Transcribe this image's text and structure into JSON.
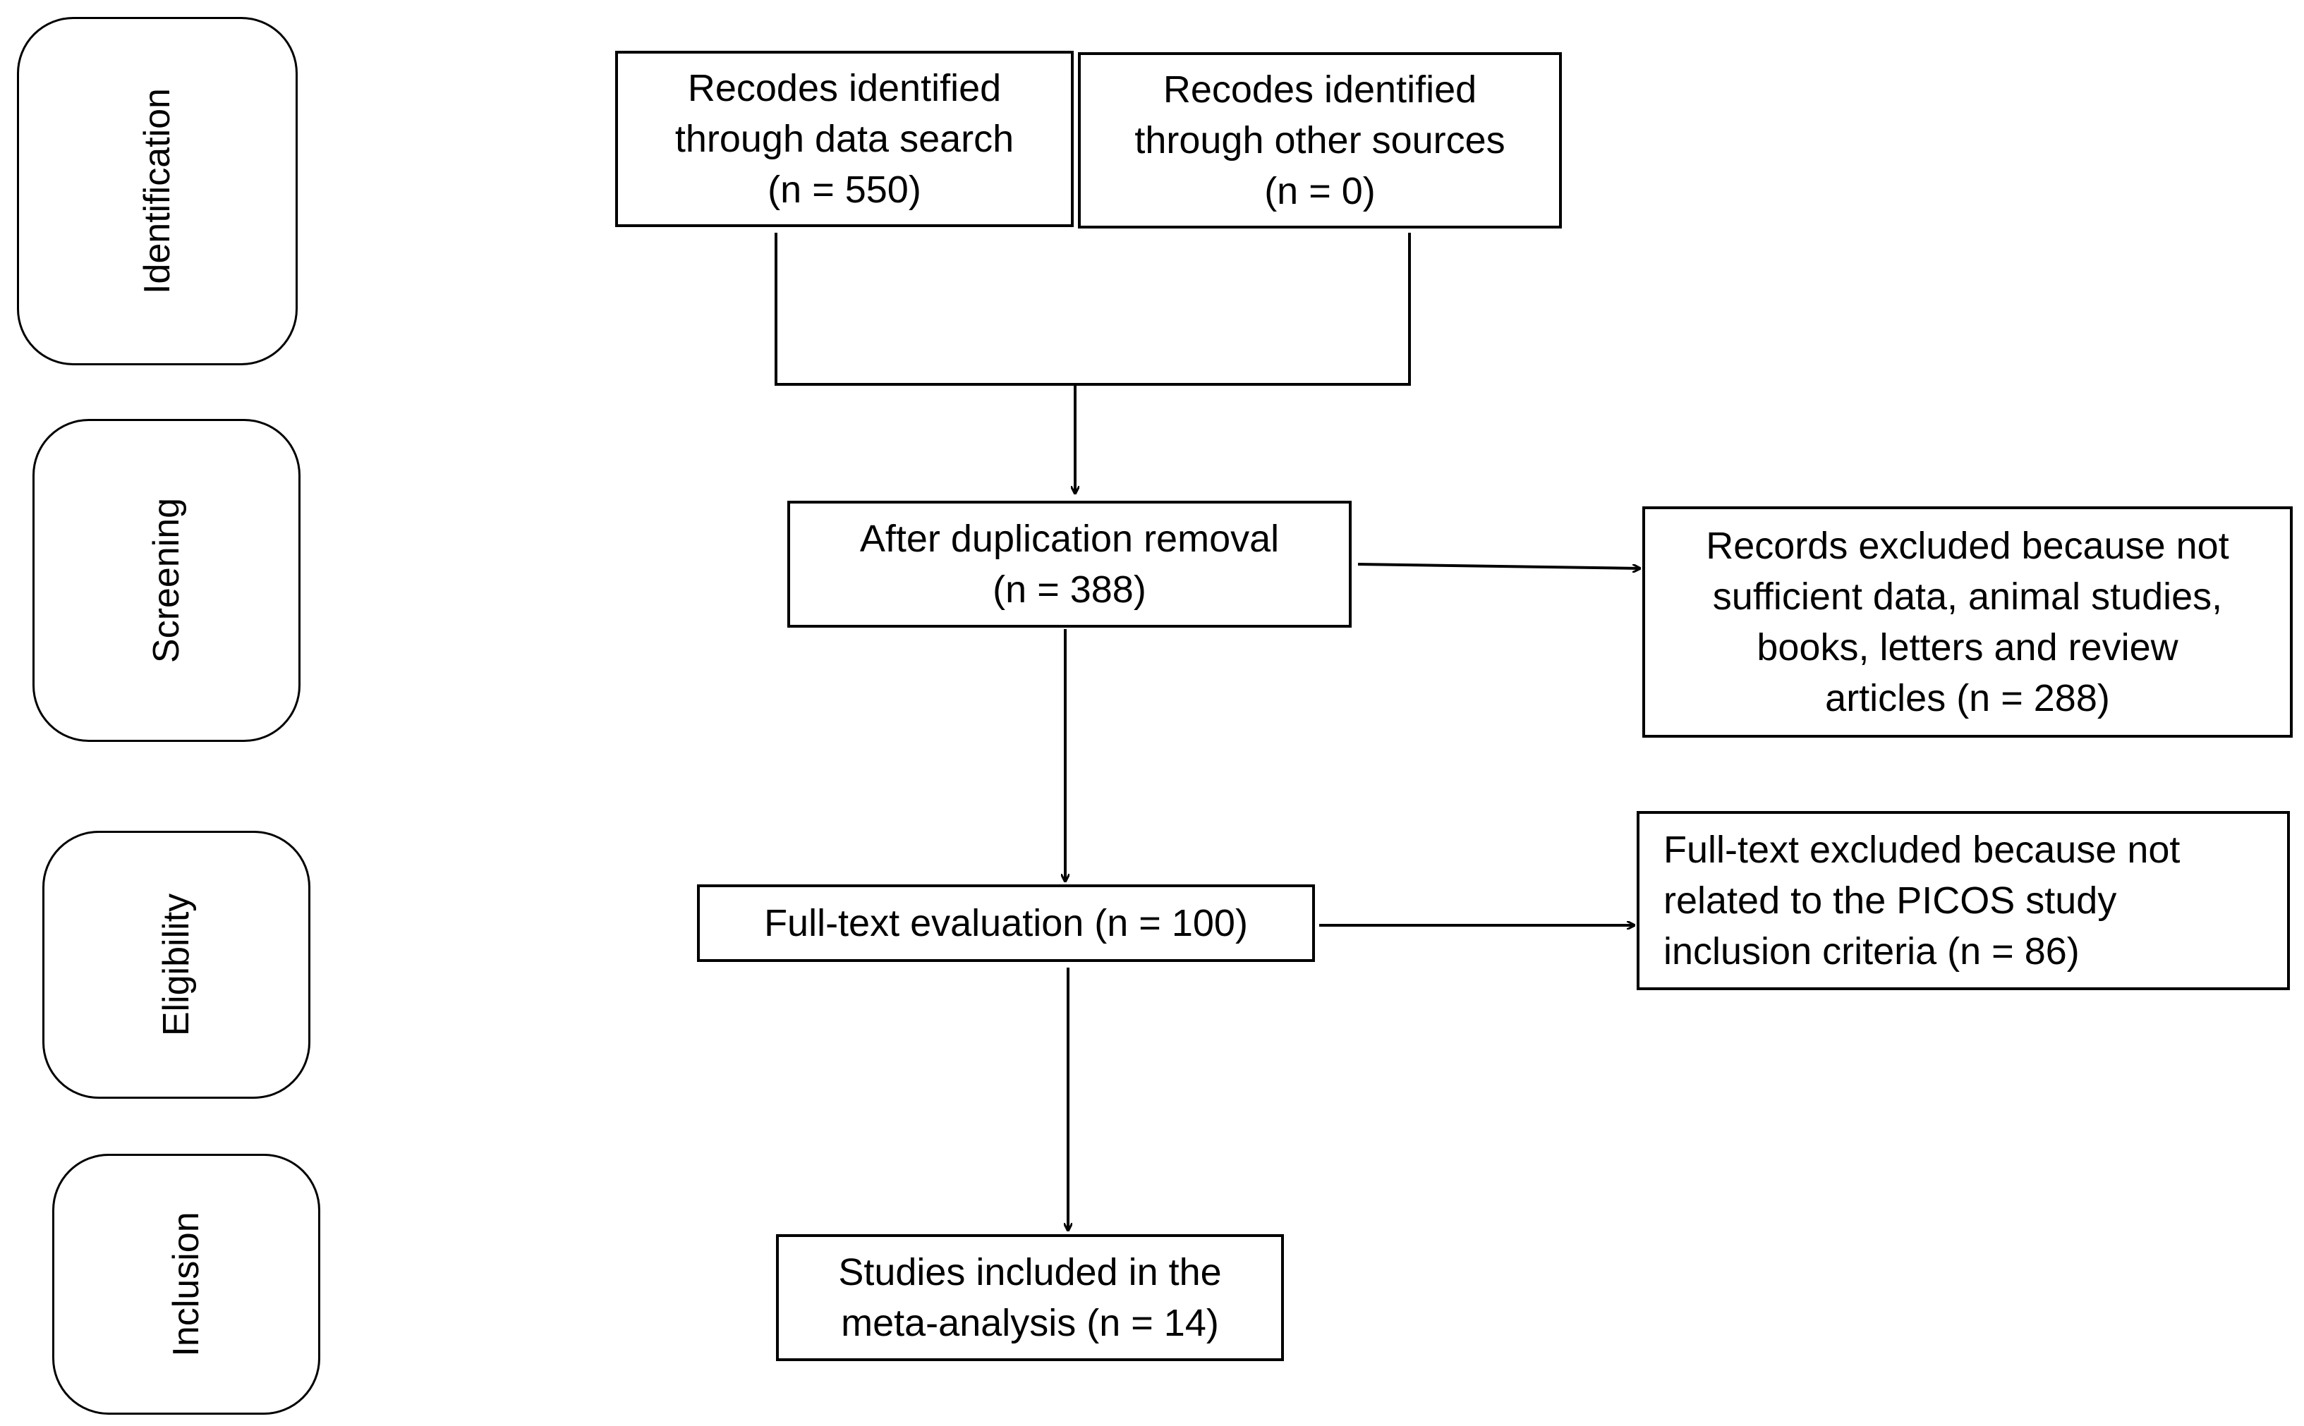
{
  "stages": [
    {
      "id": "identification",
      "label": "Identification"
    },
    {
      "id": "screening",
      "label": "Screening"
    },
    {
      "id": "eligibility",
      "label": "Eligibility"
    },
    {
      "id": "inclusion",
      "label": "Inclusion"
    }
  ],
  "boxes": {
    "database_search": {
      "lines": [
        "Recodes identified",
        "through data search",
        "(n =  550)"
      ]
    },
    "other_sources": {
      "lines": [
        "Recodes identified",
        "through other sources",
        "(n = 0)"
      ]
    },
    "after_duplication": {
      "lines": [
        "After duplication  removal",
        "(n = 388)"
      ]
    },
    "records_excluded": {
      "lines": [
        "Records excluded  because not",
        "sufficient data, animal studies,",
        "books, letters and review",
        "articles (n = 288)"
      ]
    },
    "fulltext_evaluation": {
      "lines": [
        "Full-text  evaluation  (n = 100)"
      ]
    },
    "fulltext_excluded": {
      "lines": [
        "Full-text excluded because not",
        "related to the PICOS study",
        "inclusion  criteria (n = 86)"
      ]
    },
    "studies_included": {
      "lines": [
        "Studies included  in the",
        "meta-analysis  (n = 14)"
      ]
    }
  }
}
